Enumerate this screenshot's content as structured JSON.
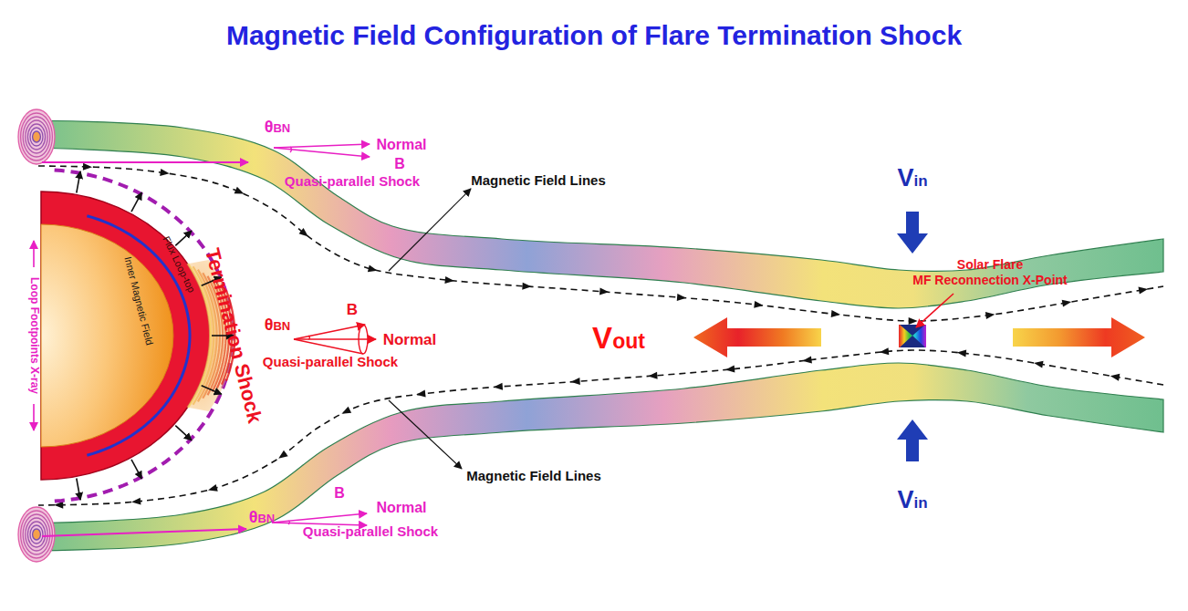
{
  "diagram": {
    "title": "Magnetic Field Configuration of Flare Termination Shock",
    "labels": [
      "θBN",
      "Normal",
      "B",
      "Quasi-parallel Shock",
      "Magnetic Field Lines",
      "Vin",
      "Solar Flare MF Reconnection X-Point",
      "Loop Footpoints X-ray",
      "Inner Magnetic Field",
      "Flux Loop-top",
      "Termination Shock",
      "B",
      "θBN",
      "Normal",
      "Quasi-parallel Shock",
      "Vout",
      "Magnetic Field Lines",
      "Vin",
      "B",
      "θBN",
      "Normal",
      "Quasi-parallel Shock"
    ]
  }
}
